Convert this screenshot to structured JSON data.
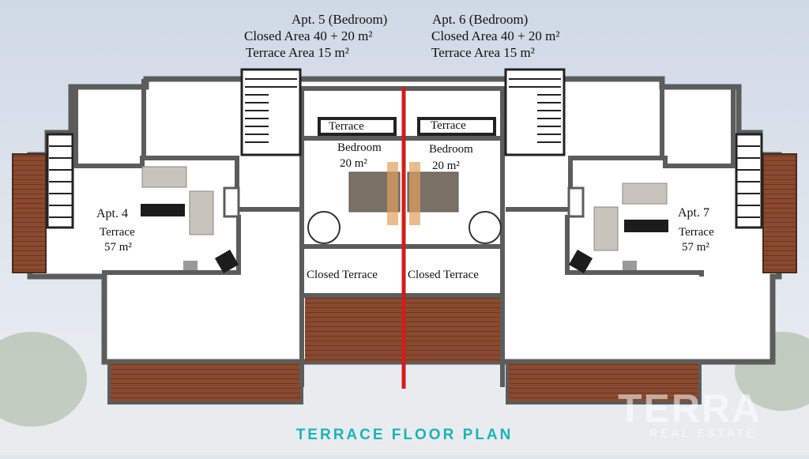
{
  "colors": {
    "wall": "#5c5c5c",
    "wood": "#8a4a30",
    "divider": "#d21c1c",
    "title": "#1fb0b8"
  },
  "apt5": {
    "name": "Apt. 5 (Bedroom)",
    "closed": "Closed Area 40 + 20 m²",
    "terrace": "Terrace Area 15 m²"
  },
  "apt6": {
    "name": "Apt. 6 (Bedroom)",
    "closed": "Closed Area 40 + 20 m²",
    "terrace": "Terrace Area 15 m²"
  },
  "apt4": {
    "name": "Apt. 4",
    "terrace_label": "Terrace",
    "terrace_area": "57 m²"
  },
  "apt7": {
    "name": "Apt. 7",
    "terrace_label": "Terrace",
    "terrace_area": "57 m²"
  },
  "left_unit": {
    "terrace": "Terrace",
    "bedroom": "Bedroom",
    "bedroom_area": "20 m²",
    "closed_terrace": "Closed Terrace"
  },
  "right_unit": {
    "terrace": "Terrace",
    "bedroom": "Bedroom",
    "bedroom_area": "20 m²",
    "closed_terrace": "Closed Terrace"
  },
  "plan_title": "TERRACE FLOOR PLAN",
  "brand": {
    "name": "TERRA",
    "sub": "REAL ESTATE"
  }
}
